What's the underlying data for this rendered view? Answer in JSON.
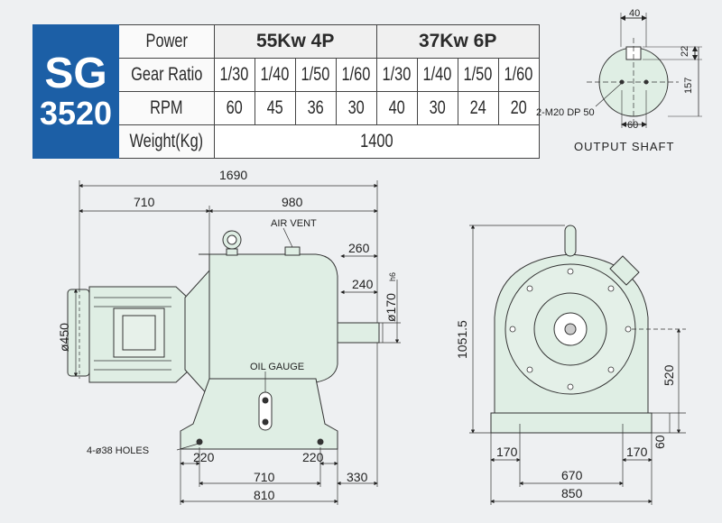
{
  "model": {
    "series": "SG",
    "size": "3520"
  },
  "table": {
    "power_label": "Power",
    "power_4p": "55Kw  4P",
    "power_6p": "37Kw  6P",
    "ratio_label": "Gear Ratio",
    "ratios": [
      "1/30",
      "1/40",
      "1/50",
      "1/60",
      "1/30",
      "1/40",
      "1/50",
      "1/60"
    ],
    "rpm_label": "RPM",
    "rpm": [
      "60",
      "45",
      "36",
      "30",
      "40",
      "30",
      "24",
      "20"
    ],
    "weight_label": "Weight(Kg)",
    "weight": "1400"
  },
  "shaft": {
    "caption": "OUTPUT  SHAFT",
    "tap": "2-M20 DP 50",
    "dim_width": "40",
    "dim_key": "22",
    "dim_height": "157",
    "dim_center": "60"
  },
  "side_view": {
    "overall": "1690",
    "motor_len": "710",
    "reducer_len": "980",
    "shaft_260": "260",
    "shaft_240": "240",
    "shaft_dia": "ø170",
    "shaft_tol": "h6",
    "motor_dia": "ø450",
    "air_vent": "AIR VENT",
    "oil_gauge": "OIL GAUGE",
    "holes": "4-ø38 HOLES",
    "foot_220_left": "220",
    "foot_220_right": "220",
    "foot_710": "710",
    "foot_330": "330",
    "foot_810": "810"
  },
  "front_view": {
    "height": "1051.5",
    "center_height": "520",
    "base": "60",
    "foot_170_left": "170",
    "foot_170_right": "170",
    "width_670": "670",
    "width_850": "850"
  }
}
